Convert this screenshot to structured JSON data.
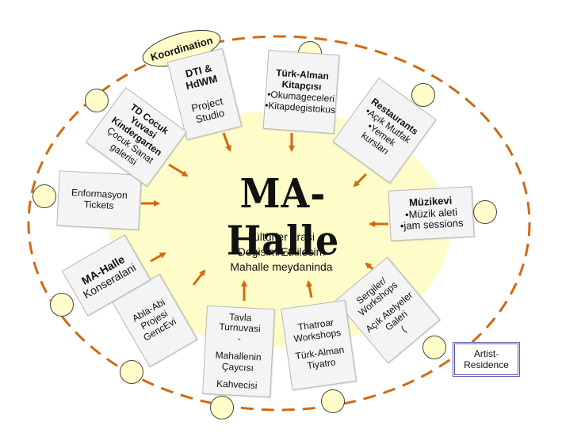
{
  "colors": {
    "ring": "#d06a12",
    "arrow": "#d06a12",
    "center_fill": "#fefcc8",
    "node_fill": "#fefcc8",
    "card_fill": "#f4f4f4",
    "artist_border": "#5a5ab8"
  },
  "center": {
    "title": "MA-Halle",
    "subtitle_lines": [
      "kültürler  arasi",
      "Degisim/Etkilesim",
      "Mahalle  meydaninda"
    ]
  },
  "coordination_label": "Koordination",
  "artist_residence": {
    "line1": "Artist-",
    "line2": "Residence"
  },
  "cards": [
    {
      "id": "dti",
      "bold": [
        "DTI &",
        "HdWM"
      ],
      "normal": [
        "Project",
        "Studio"
      ]
    },
    {
      "id": "kitapci",
      "bold": [
        "Türk-Alman",
        "Kitapçısı"
      ],
      "normal": [
        "•Okumageceleri",
        "•Kitapdegistokus"
      ]
    },
    {
      "id": "restaurants",
      "bold": [
        "Restaurants"
      ],
      "normal": [
        "•Açık  Mutfak",
        "•Yemek",
        "kursları"
      ]
    },
    {
      "id": "muzikevi",
      "bold": [
        "Müzikevi"
      ],
      "normal": [
        "•Müzik  aleti",
        "•jam sessions"
      ]
    },
    {
      "id": "sergiler",
      "bold": [],
      "normal": [
        "Sergiler/",
        "Workshops",
        "Açık Atelyeler",
        "Galeri",
        "("
      ]
    },
    {
      "id": "tiyatro",
      "bold": [],
      "normal": [
        "Thatroar",
        "Workshops",
        "Türk-Alman",
        "Tiyatro"
      ]
    },
    {
      "id": "tavla",
      "bold": [],
      "normal": [
        "Tavla Turnuvasi",
        "-",
        "Mahallenin",
        "Çaycısı",
        "Kahvecisi"
      ]
    },
    {
      "id": "abla",
      "bold": [],
      "normal": [
        "Abla-Abi",
        "Projesi",
        "GencEvi"
      ]
    },
    {
      "id": "konser",
      "bold": [
        "MA-Halle"
      ],
      "normal": [
        "Konseralani"
      ]
    },
    {
      "id": "enformasyon",
      "bold": [],
      "normal": [
        "Enformasyon",
        "Tickets"
      ]
    },
    {
      "id": "cocuk",
      "bold": [
        "TD Cocuk Yuvasi",
        "Kindergarten"
      ],
      "normal": [
        "Çocuk Sanat",
        "galerisi"
      ]
    }
  ]
}
